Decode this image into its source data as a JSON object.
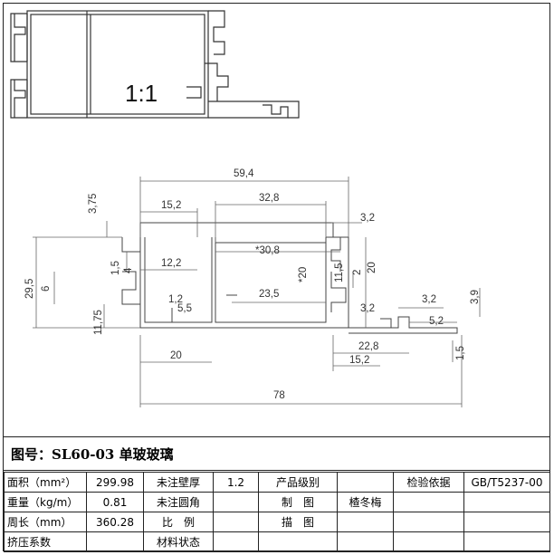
{
  "scale_label": "1:1",
  "dimensions": [
    "59,4",
    "32,8",
    "15,2",
    "3,2",
    "3,75",
    "12,2",
    "*30,8",
    "*20",
    "11,5",
    "20",
    "2",
    "1,5",
    "4",
    "6",
    "29,5",
    "11,75",
    "23,5",
    "1,2",
    "5,5",
    "3,2",
    "3,9",
    "3,2",
    "5,2",
    "22,8",
    "15,2",
    "1,5",
    "20",
    "78"
  ],
  "title": "图号：SL60-03 单玻玻璃",
  "table": {
    "rows": [
      [
        "面积（mm²）",
        "299.98",
        "未注壁厚",
        "1.2",
        "产品级别",
        "",
        "检验依据",
        "GB/T5237-00"
      ],
      [
        "重量（kg/m）",
        "0.81",
        "未注圆角",
        "",
        "制　图",
        "楂冬梅",
        "",
        ""
      ],
      [
        "周长（mm）",
        "360.28",
        "比　例",
        "",
        "描　图",
        "",
        "",
        ""
      ],
      [
        "挤压系数",
        "",
        "材料状态",
        "",
        "",
        "",
        "",
        ""
      ]
    ]
  }
}
